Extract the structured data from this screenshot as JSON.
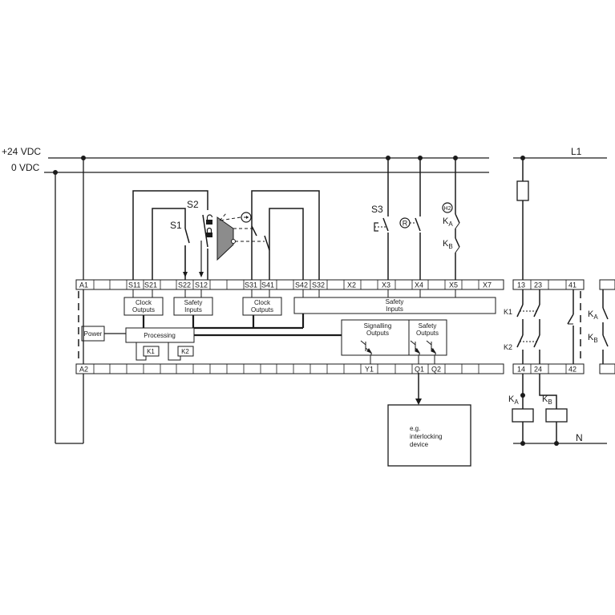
{
  "rails": {
    "plus24": "+24 VDC",
    "zero": "0 VDC",
    "l1": "L1",
    "n": "N"
  },
  "switches": {
    "s1": "S1",
    "s2": "S2",
    "s3": "S3",
    "h2": "H2",
    "r": "R",
    "ka": "K",
    "ka_sub": "A",
    "kb": "K",
    "kb_sub": "B"
  },
  "terminals_top": [
    "A1",
    "S11",
    "S21",
    "S22",
    "S12",
    "S31",
    "S41",
    "S42",
    "S32",
    "X2",
    "X3",
    "X4",
    "X5",
    "X7",
    "13",
    "23",
    "41"
  ],
  "terminals_bottom": [
    "A2",
    "Y1",
    "Q1",
    "Q2",
    "14",
    "24",
    "42"
  ],
  "blocks": {
    "clock_outputs_1": [
      "Clock",
      "Outputs"
    ],
    "safety_inputs_1": [
      "Safety",
      "Inputs"
    ],
    "clock_outputs_2": [
      "Clock",
      "Outputs"
    ],
    "safety_inputs_2": [
      "Safety",
      "Inputs"
    ],
    "power": "Power",
    "processing": "Processing",
    "k1_box": "K1",
    "k2_box": "K2",
    "signalling_outputs": [
      "Signalling",
      "Outputs"
    ],
    "safety_outputs": [
      "Safety",
      "Outputs"
    ]
  },
  "relays": {
    "k1": "K1",
    "k2": "K2",
    "ka": "K",
    "ka_sub": "A",
    "kb": "K",
    "kb_sub": "B"
  },
  "device": [
    "e.g.",
    "interlocking",
    "device"
  ]
}
